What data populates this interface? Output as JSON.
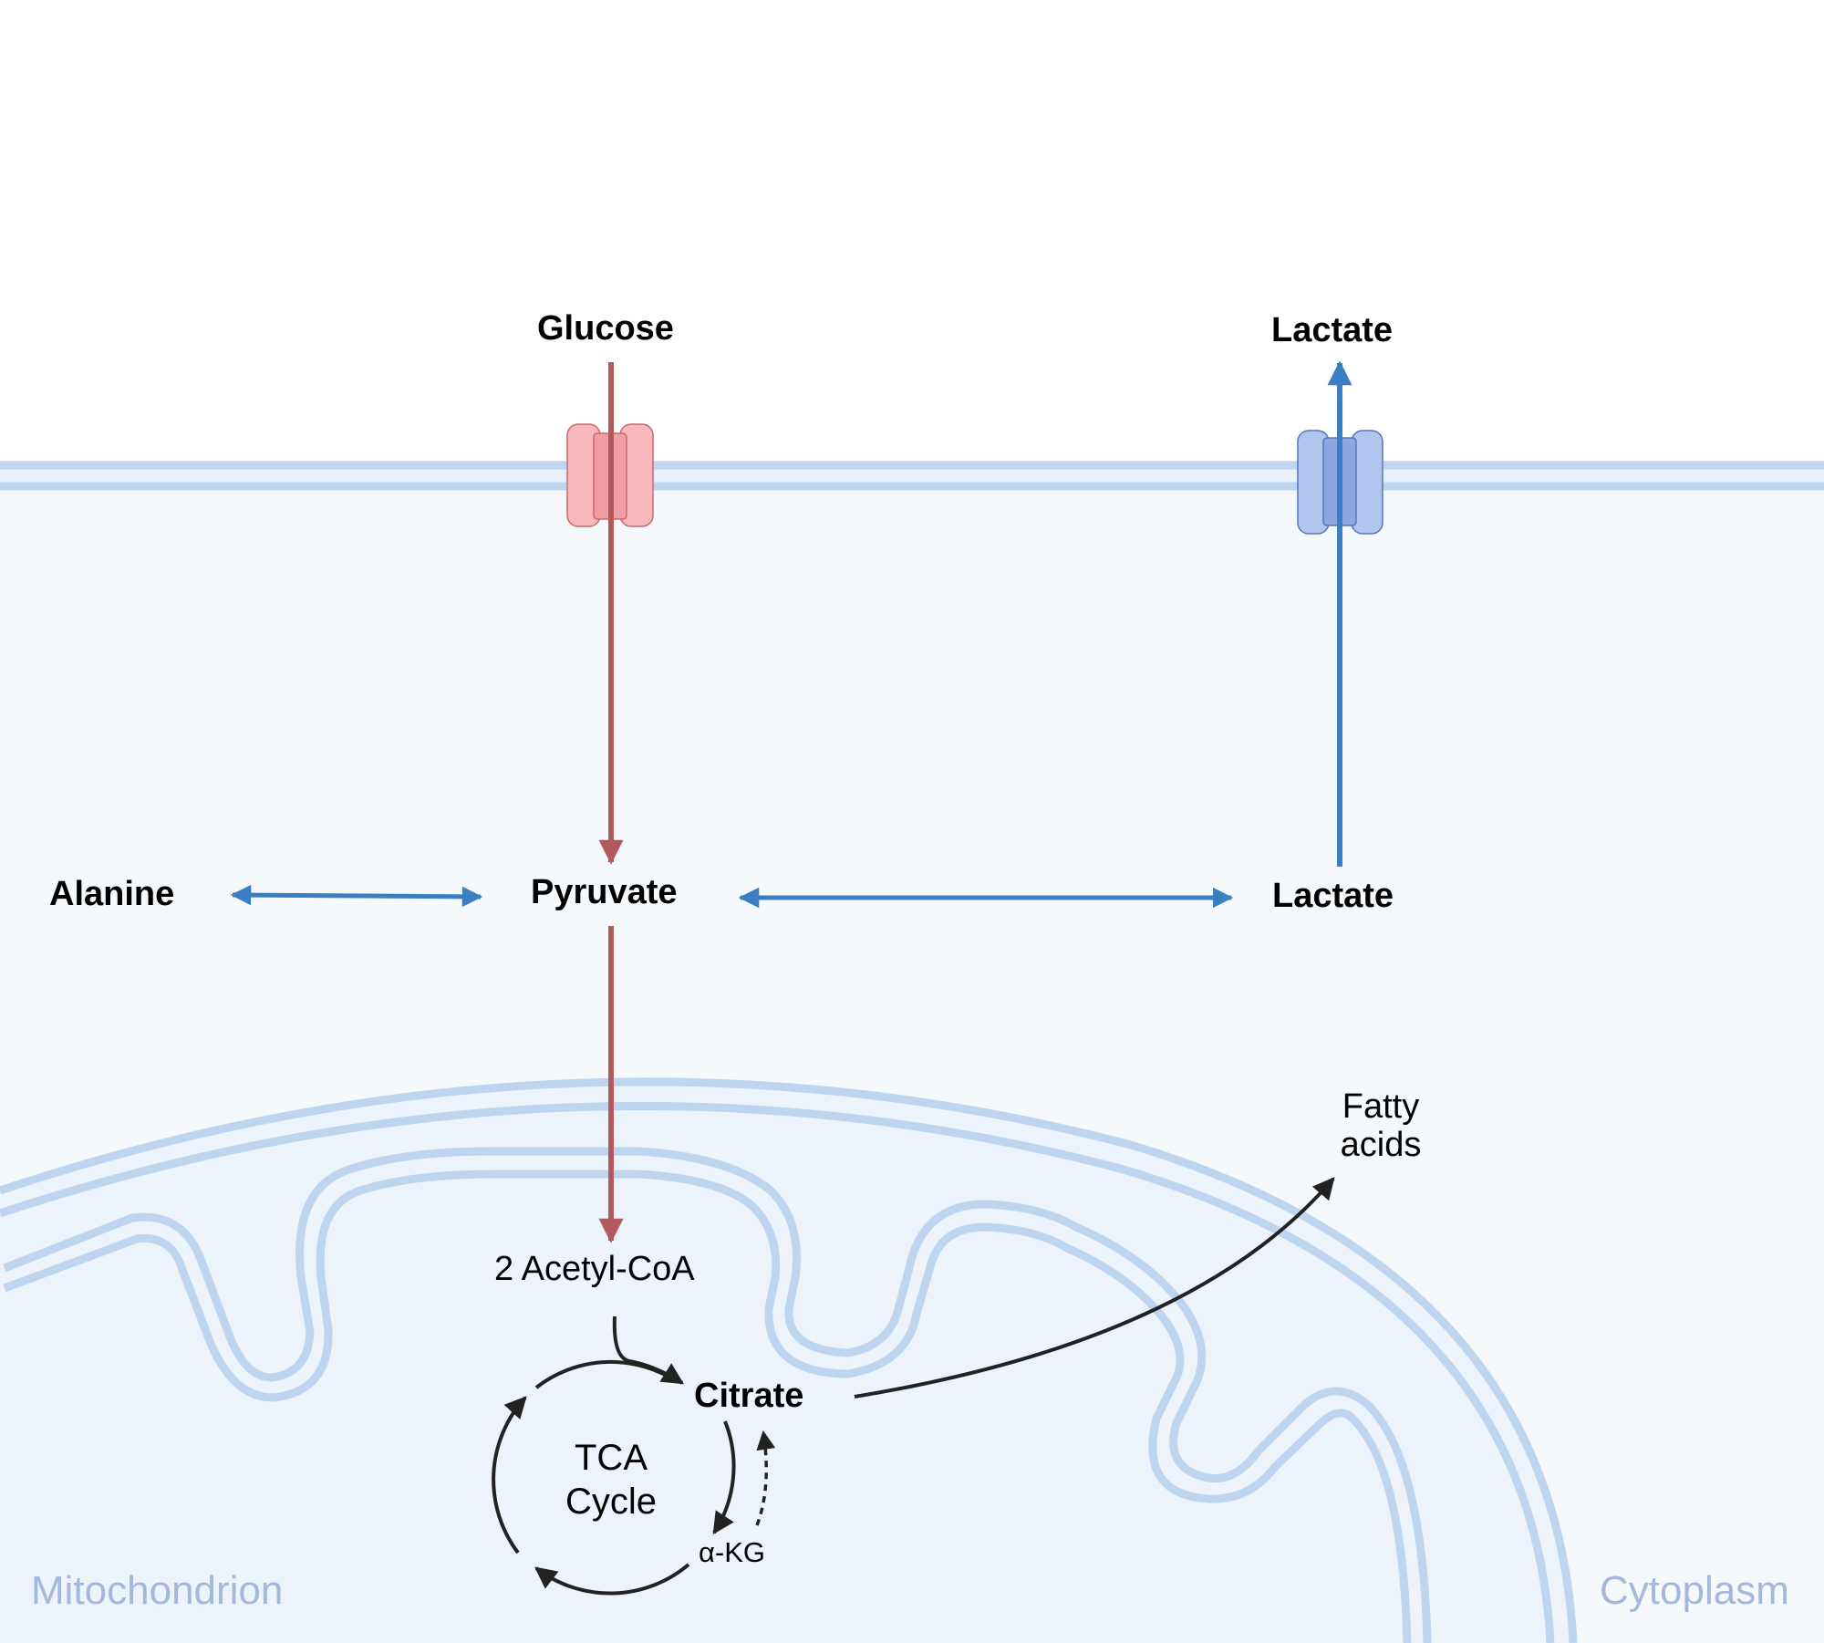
{
  "labels": {
    "glucose": "Glucose",
    "lactate_out": "Lactate",
    "alanine": "Alanine",
    "pyruvate": "Pyruvate",
    "lactate_in": "Lactate",
    "fatty_acids_line1": "Fatty",
    "fatty_acids_line2": "acids",
    "acetyl_coa": "2 Acetyl-CoA",
    "citrate": "Citrate",
    "tca_line1": "TCA",
    "tca_line2": "Cycle",
    "akg": "α-KG",
    "mitochondrion": "Mitochondrion",
    "cytoplasm": "Cytoplasm"
  },
  "colors": {
    "glucose_arrow": "#b05a5e",
    "lactate_arrow": "#3a7fc2",
    "membrane": "#bdd5ee",
    "glut_transporter": "#f9b8ba",
    "mct_transporter": "#b0c6ee",
    "cytoplasm_fill": "#f5f9fc",
    "mitochondrion_fill": "#ecf3fb",
    "region_label": "#a3b8dc"
  }
}
